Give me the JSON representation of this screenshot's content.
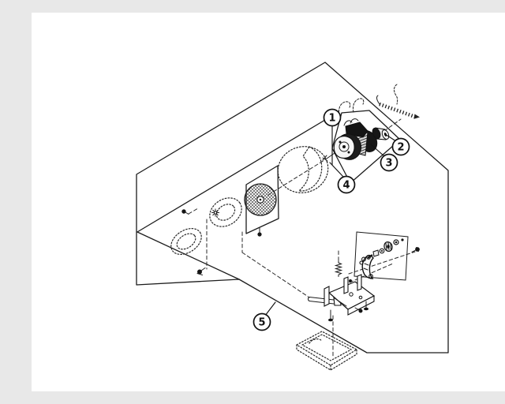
{
  "page": {
    "background": "#ffffff",
    "line_color": "#1c1c1c"
  },
  "diagram": {
    "callouts": [
      {
        "label": "1"
      },
      {
        "label": "2"
      },
      {
        "label": "3"
      },
      {
        "label": "4"
      },
      {
        "label": "5"
      }
    ]
  }
}
